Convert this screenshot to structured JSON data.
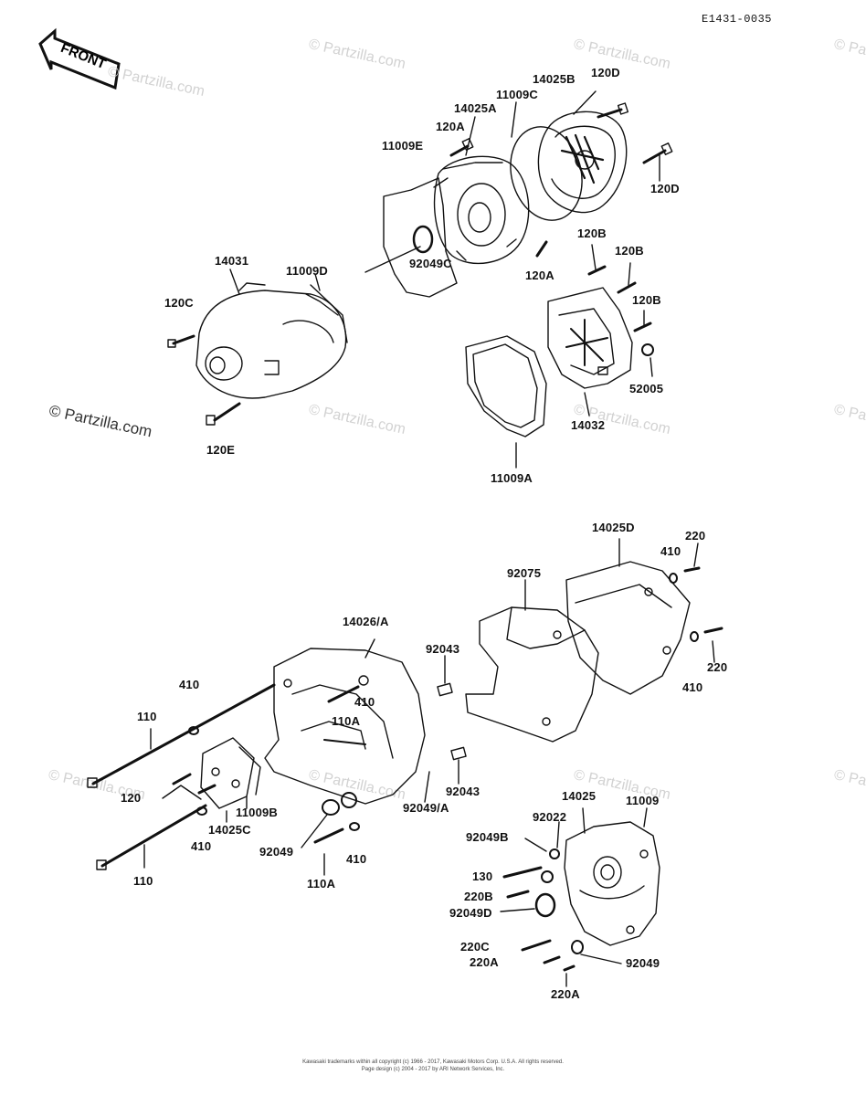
{
  "diagram_code": "E1431-0035",
  "front_arrow": "FRONT",
  "watermark": "© Partzilla.com",
  "footer": {
    "line1": "Kawasaki trademarks within all copyright (c) 1966 - 2017, Kawasaki Motors Corp. U.S.A. All rights reserved.",
    "line2": "Page design (c) 2004 - 2017 by ARI Network Services, Inc."
  },
  "parts": {
    "p14025B": "14025B",
    "p120D_top": "120D",
    "p11009C": "11009C",
    "p14025A": "14025A",
    "p120A_top": "120A",
    "p11009E": "11009E",
    "p120D_right": "120D",
    "p92049C": "92049C",
    "p14031": "14031",
    "p11009D": "11009D",
    "p120C": "120C",
    "p120E": "120E",
    "p120A_mid": "120A",
    "p120B_a": "120B",
    "p120B_b": "120B",
    "p120B_c": "120B",
    "p52005": "52005",
    "p14032": "14032",
    "p11009A": "11009A",
    "p14025D": "14025D",
    "p220_top": "220",
    "p410_top": "410",
    "p92075": "92075",
    "p220_right": "220",
    "p410_right": "410",
    "p14026A": "14026/A",
    "p92043_top": "92043",
    "p410_a": "410",
    "p410_b": "410",
    "p110A_a": "110A",
    "p110_top": "110",
    "p120": "120",
    "p11009B": "11009B",
    "p14025C": "14025C",
    "p410_c": "410",
    "p92043_b": "92043",
    "p92049A": "92049/A",
    "p92049": "92049",
    "p110A_b": "110A",
    "p410_d": "410",
    "p110_bot": "110",
    "p14025": "14025",
    "p11009": "11009",
    "p92022": "92022",
    "p92049B": "92049B",
    "p130": "130",
    "p220B": "220B",
    "p92049D": "92049D",
    "p220C": "220C",
    "p220A_a": "220A",
    "p92049_b": "92049",
    "p220A_b": "220A"
  }
}
